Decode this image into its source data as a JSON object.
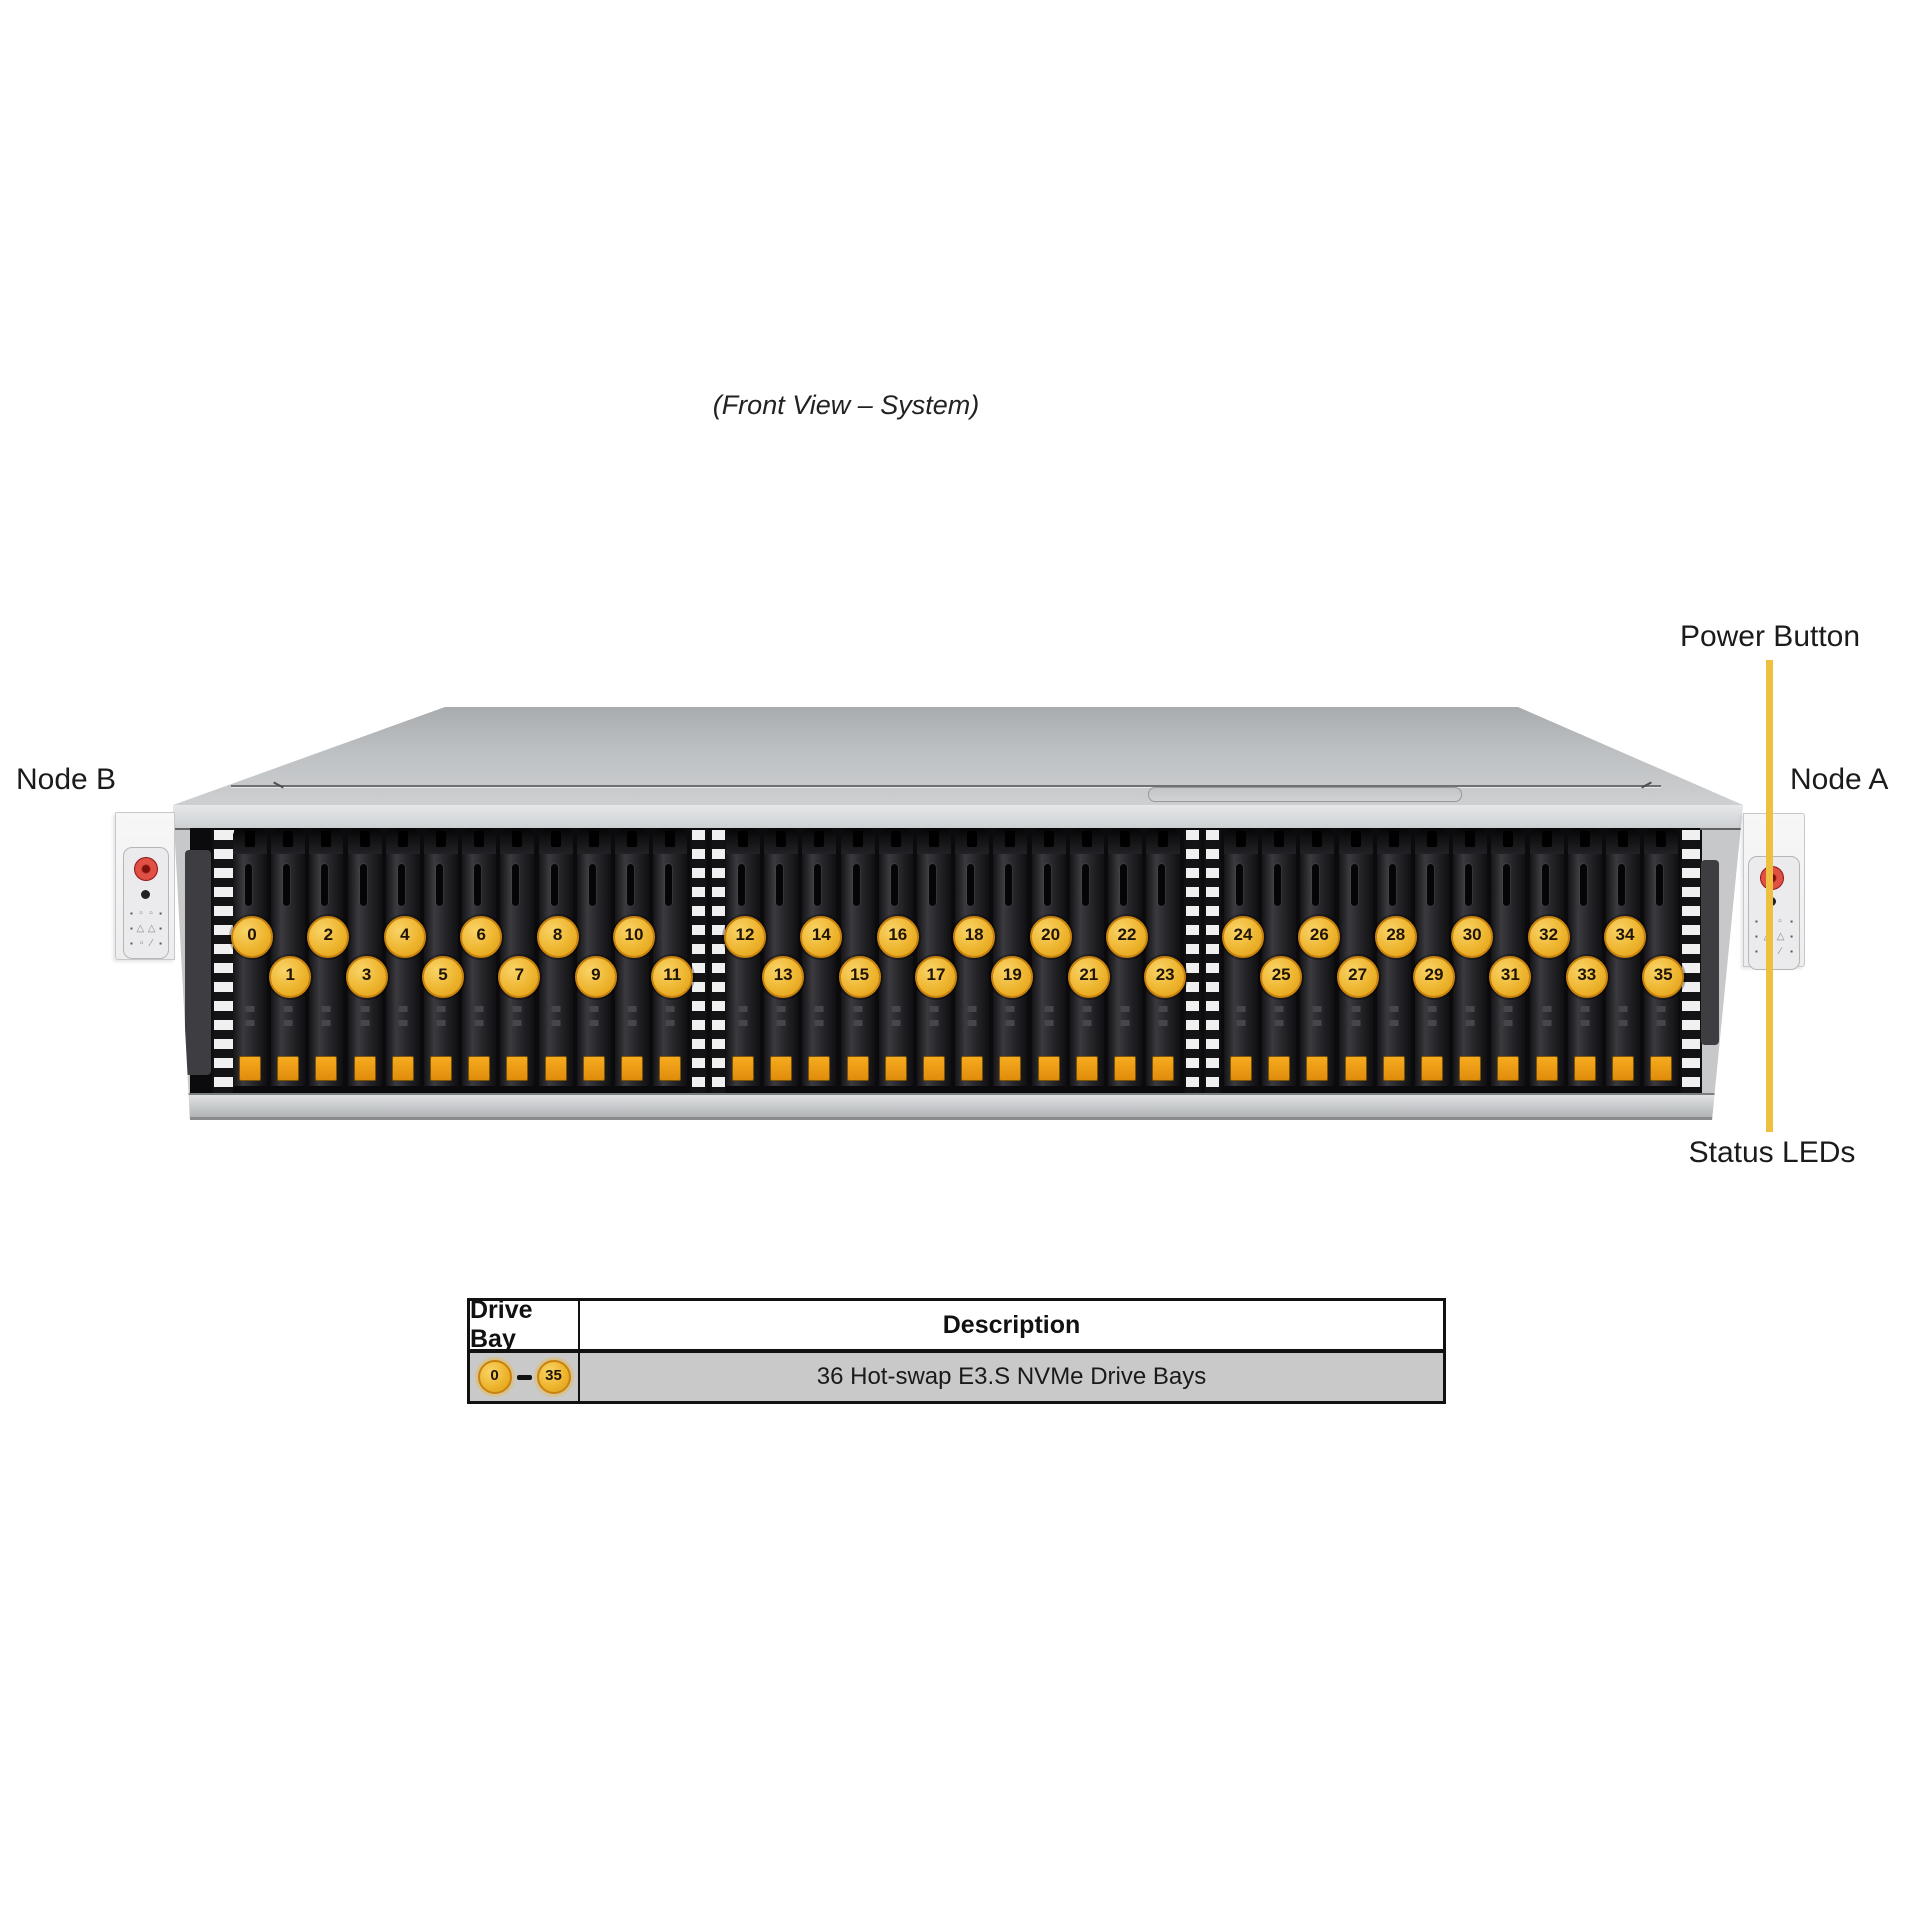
{
  "title": "(Front View – System)",
  "callouts": {
    "power_button": "Power Button",
    "node_a": "Node A",
    "node_b": "Node B",
    "status_leds": "Status LEDs"
  },
  "drive_bays": {
    "count": 36,
    "groups": [
      [
        0,
        1,
        2,
        3,
        4,
        5,
        6,
        7,
        8,
        9,
        10,
        11
      ],
      [
        12,
        13,
        14,
        15,
        16,
        17,
        18,
        19,
        20,
        21,
        22,
        23
      ],
      [
        24,
        25,
        26,
        27,
        28,
        29,
        30,
        31,
        32,
        33,
        34,
        35
      ]
    ]
  },
  "control_panel": {
    "power_button_icon": "power-button",
    "uid_icon": "uid-led",
    "led_rows": [
      [
        "▪",
        "▫",
        "▫",
        "▪"
      ],
      [
        "▪",
        "△",
        "△",
        "▪"
      ],
      [
        "▪",
        "▫",
        "∕",
        "▪"
      ]
    ]
  },
  "table": {
    "headers": [
      "Drive Bay",
      "Description"
    ],
    "row": {
      "range_start": "0",
      "range_end": "35",
      "description": "36 Hot-swap E3.S NVMe Drive Bays"
    }
  },
  "colors": {
    "callout_line": "#EFBF3F",
    "bay_badge": "#EEB52F",
    "bay_badge_ring": "#C9820D",
    "drive_latch": "#E08C0C",
    "power_button": "#C6251C",
    "table_row_bg": "#C9C9C9"
  }
}
